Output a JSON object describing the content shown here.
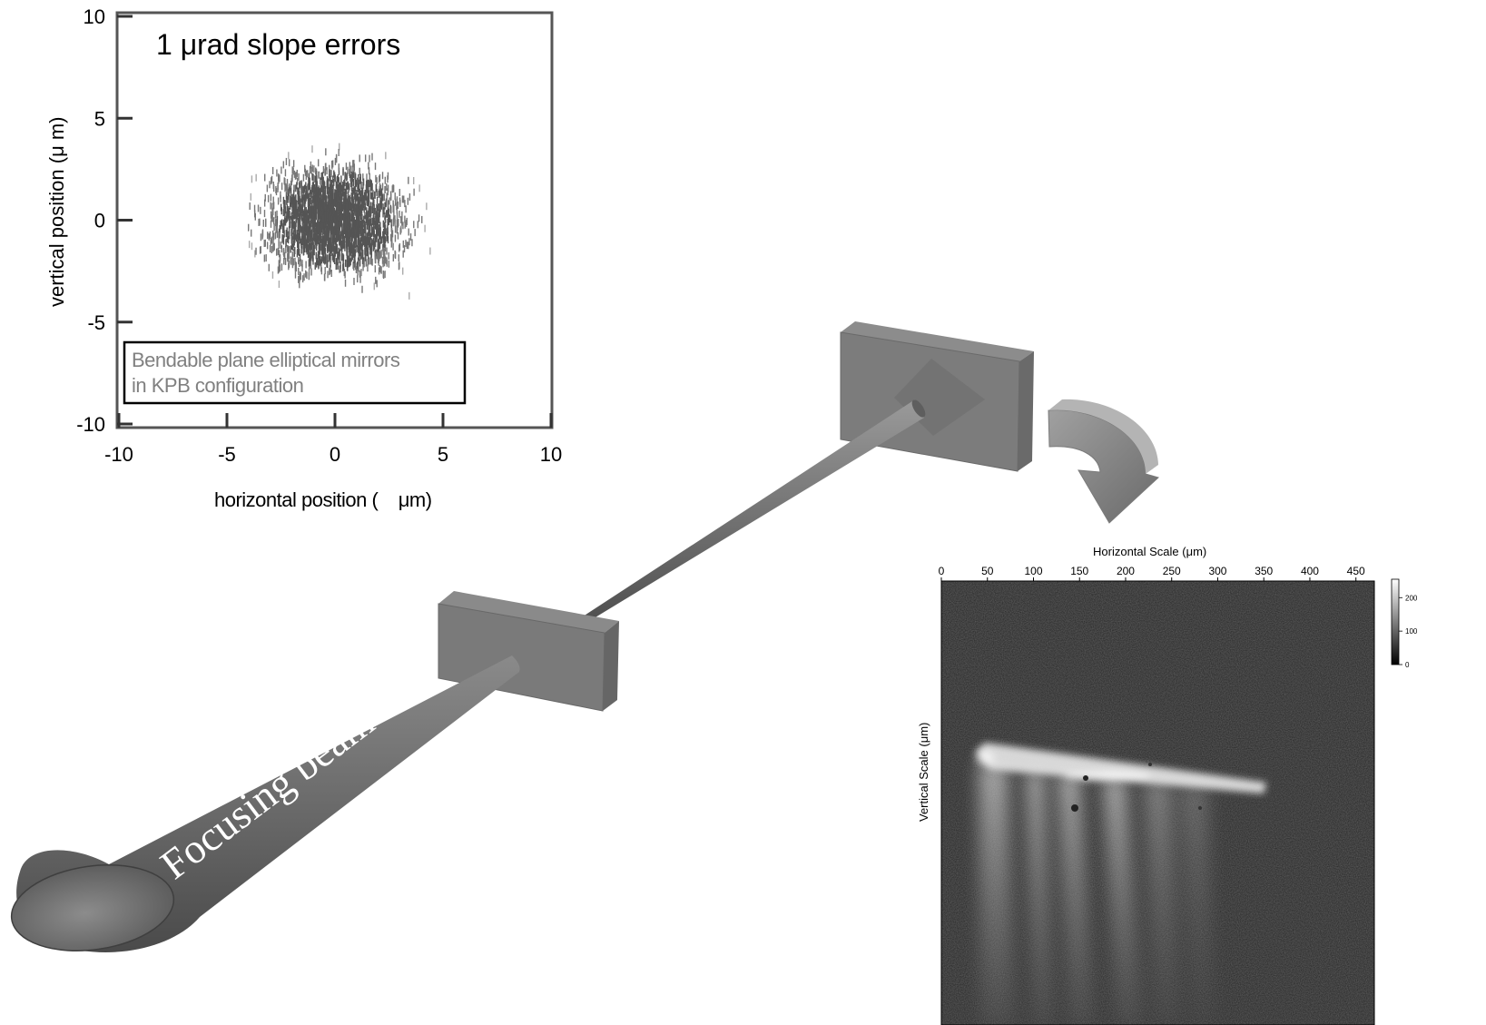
{
  "scatter_plot": {
    "title": "1 μrad slope errors",
    "xlabel": "horizontal position (    μm)",
    "ylabel": "vertical position (μ m)",
    "legend_line1": "Bendable plane elliptical mirrors",
    "legend_line2": "in KPB configuration",
    "x_ticks": [
      "-10",
      "-5",
      "0",
      "5",
      "10"
    ],
    "y_ticks": [
      "10",
      "5",
      "0",
      "-5",
      "-10"
    ],
    "marker_color": "#555555"
  },
  "beam_label": "Focusing beam",
  "image_panel": {
    "top_axis_title": "Horizontal Scale (μm)",
    "left_axis_title": "Vertical Scale (μm)",
    "x_ticks": [
      "0",
      "50",
      "100",
      "150",
      "200",
      "250",
      "300",
      "350",
      "400",
      "450"
    ],
    "colorbar_ticks": [
      "200",
      "100",
      "0"
    ]
  },
  "chart_data": {
    "type": "scatter",
    "title": "1 μrad slope errors",
    "xlabel": "horizontal position (μm)",
    "ylabel": "vertical position (μm)",
    "xlim": [
      -10,
      10
    ],
    "ylim": [
      -10,
      10
    ],
    "distribution": "dense cloud of ray intersections centered near (0, 0), roughly 6 μm wide and 5 μm tall",
    "x_range": [
      -6,
      6
    ],
    "y_range": [
      -5.2,
      5.2
    ]
  }
}
